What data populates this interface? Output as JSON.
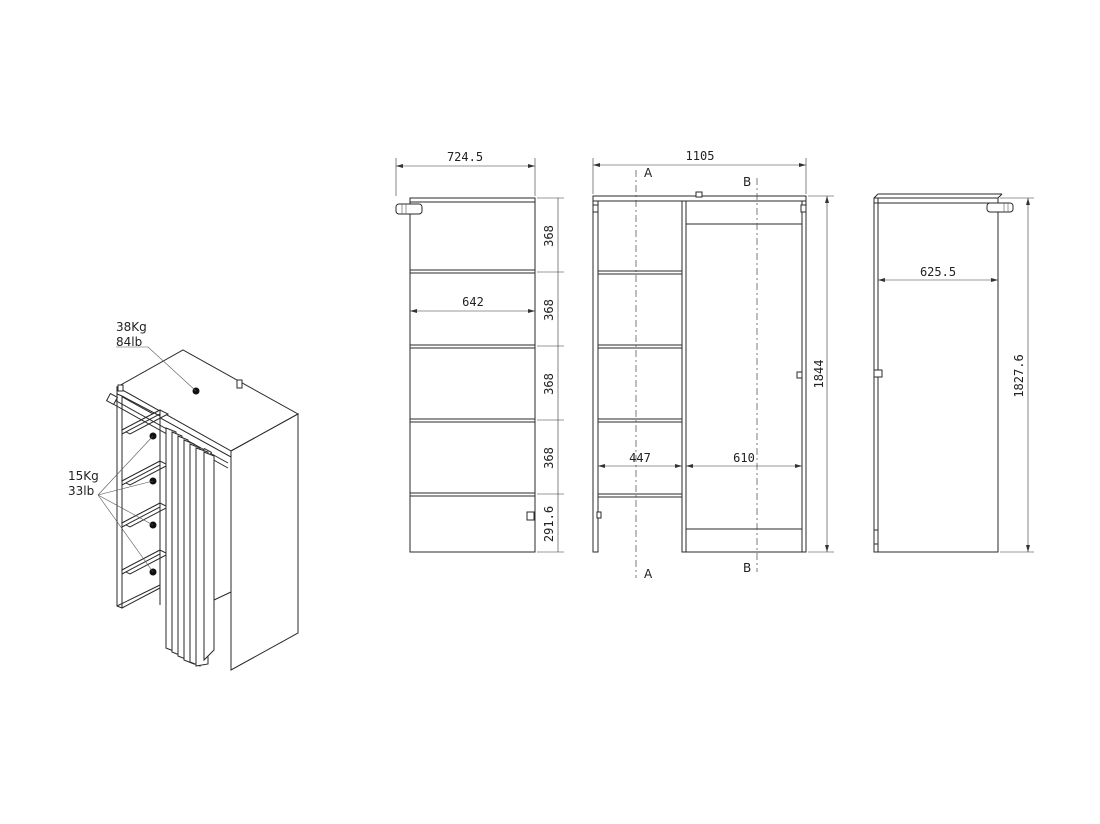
{
  "iso": {
    "top_load": [
      "38Kg",
      "84lb"
    ],
    "shelf_load": [
      "15Kg",
      "33lb"
    ]
  },
  "front": {
    "width": "724.5",
    "inner_width": "642",
    "shelf_spacing": [
      "368",
      "368",
      "368",
      "368"
    ],
    "bottom": "291.6"
  },
  "section": {
    "width": "1105",
    "height": "1844",
    "left_bay": "447",
    "right_bay": "610",
    "cut_a": "A",
    "cut_b": "B"
  },
  "side": {
    "depth": "625.5",
    "height": "1827.6"
  }
}
